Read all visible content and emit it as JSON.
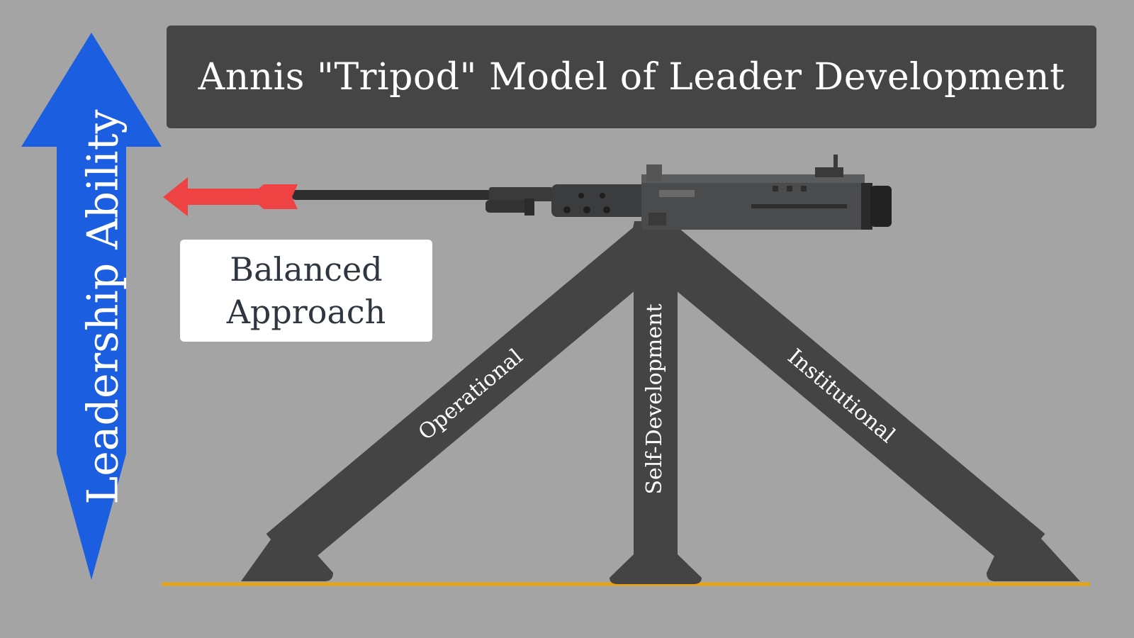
{
  "title": "Annis \"Tripod\" Model of Leader Development",
  "axis_label": "Leadership Ability",
  "callout": {
    "line1": "Balanced",
    "line2": "Approach"
  },
  "legs": {
    "left": "Operational",
    "center": "Self-Development",
    "right": "Institutional"
  },
  "colors": {
    "background": "#a4a4a4",
    "panel": "#454545",
    "leg": "#444444",
    "axis_arrow": "#1c5ee0",
    "aim_arrow": "#ef4242",
    "ground_line": "#e8a317"
  }
}
